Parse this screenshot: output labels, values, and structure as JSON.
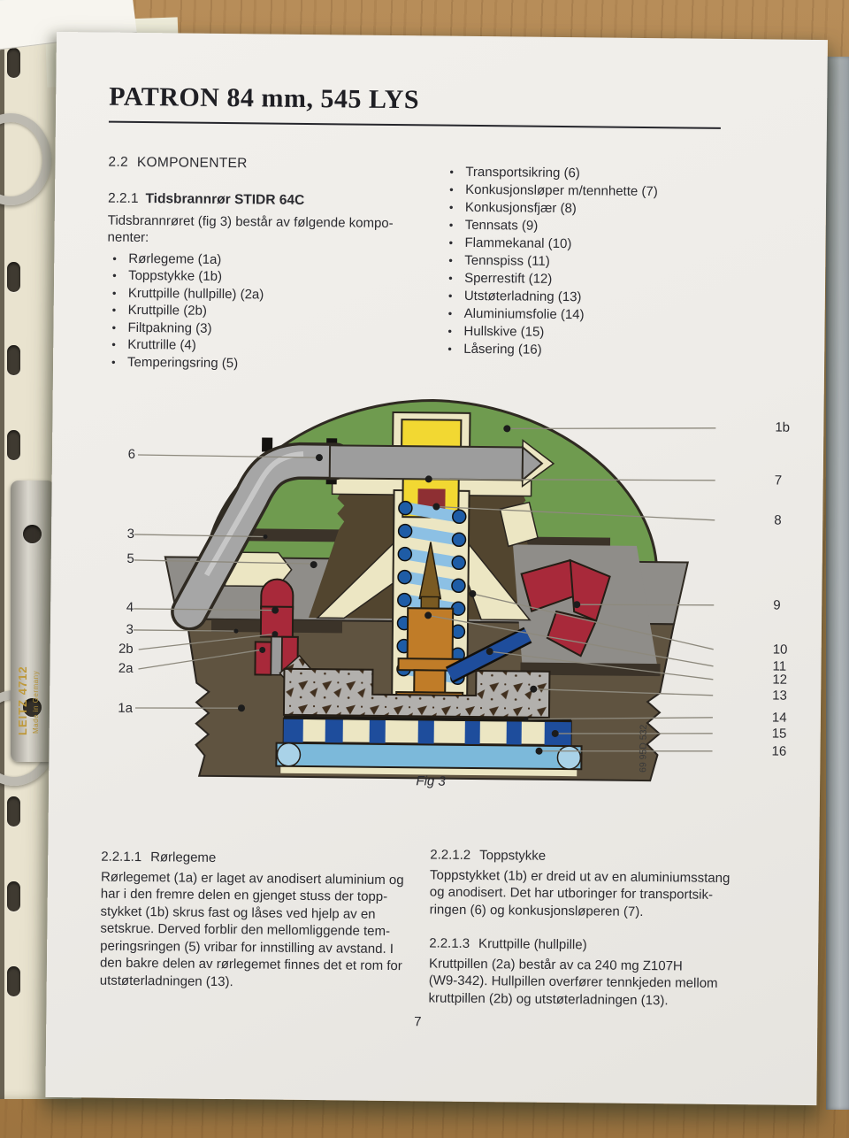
{
  "binder": {
    "brand": "LEITZ 4712",
    "origin": "Made in Germany"
  },
  "page": {
    "title": "PATRON 84 mm, 545 LYS",
    "page_number": "7",
    "fig_caption": "Fig 3",
    "drawing_number": "69 95D 532",
    "komponenter_heading": {
      "number": "2.2",
      "label": "KOMPONENTER"
    },
    "subsection": {
      "number": "2.2.1",
      "title": "Tidsbrannrør STIDR 64C",
      "intro": "Tidsbrannrøret (fig 3) består av følgende kompo-\nnenter:"
    },
    "components_left": [
      "Rørlegeme (1a)",
      "Toppstykke (1b)",
      "Kruttpille (hullpille) (2a)",
      "Kruttpille (2b)",
      "Filtpakning (3)",
      "Kruttrille (4)",
      "Temperingsring (5)"
    ],
    "components_right": [
      "Transportsikring (6)",
      "Konkusjonsløper m/tennhette (7)",
      "Konkusjonsfjær (8)",
      "Tennsats (9)",
      "Flammekanal (10)",
      "Tennspiss (11)",
      "Sperrestift (12)",
      "Utstøterladning (13)",
      "Aluminiumsfolie (14)",
      "Hullskive (15)",
      "Låsering (16)"
    ],
    "sections": [
      {
        "number": "2.2.1.1",
        "title": "Rørlegeme",
        "body": "Rørlegemet (1a) er laget av anodisert aluminium og\nhar i den fremre delen en gjenget stuss der topp-\nstykket (1b) skrus fast og låses ved hjelp av en\nsetskrue. Derved forblir den mellomliggende tem-\nperingsringen (5) vribar for innstilling av avstand. I\nden bakre delen av rørlegemet finnes det et rom for\nutstøterladningen (13)."
      },
      {
        "number": "2.2.1.2",
        "title": "Toppstykke",
        "body": "Toppstykket (1b) er dreid ut av en aluminiumsstang\nog anodisert. Det har utboringer for transportsik-\nringen (6) og konkusjonsløperen (7)."
      },
      {
        "number": "2.2.1.3",
        "title": "Kruttpille (hullpille)",
        "body": "Kruttpillen (2a) består av ca 240 mg Z107H\n(W9-342). Hullpillen overfører tennkjeden mellom\nkruttpillen (2b) og utstøterladningen (13)."
      }
    ]
  },
  "diagram": {
    "callouts_left": [
      "6",
      "3",
      "5",
      "4",
      "3",
      "2b",
      "2a",
      "1a"
    ],
    "callouts_right": [
      "1b",
      "7",
      "8",
      "9",
      "10",
      "11",
      "12",
      "13",
      "14",
      "15",
      "16"
    ]
  },
  "colors": {
    "dome_green": "#6f9b4f",
    "body_brown": "#5f5340",
    "inner_brown": "#52452f",
    "collar_gray": "#8f8d89",
    "accent_red": "#a8293a",
    "dark_red": "#8e2f33",
    "spring_blue_end": "#1e5ca6",
    "spring_blue": "#8cc0e4",
    "locking_blue": "#7cb9da",
    "row_blue": "#1e4d9c",
    "yellow": "#f2d832",
    "cream": "#ece6c3",
    "orange": "#c07c28",
    "spike_brown": "#7a5a22",
    "tube_gray": "#a6a6a6",
    "charge_gray": "#b2b0ad",
    "dark_band": "#3b3329"
  }
}
